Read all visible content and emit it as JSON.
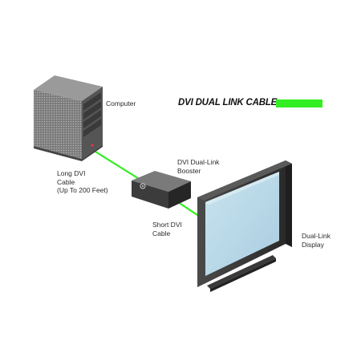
{
  "legend": {
    "label": "DVI DUAL LINK CABLE",
    "color": "#33ee22"
  },
  "nodes": {
    "computer": {
      "label": "Computer",
      "icon": "computer-tower-icon"
    },
    "booster": {
      "label": "DVI Dual-Link\nBooster",
      "icon": "booster-box-icon"
    },
    "display": {
      "label": "Dual-Link\nDisplay",
      "icon": "flat-panel-display-icon"
    }
  },
  "cables": {
    "long": {
      "label": "Long DVI\nCable\n(Up To 200 Feet)"
    },
    "short": {
      "label": "Short DVI\nCable"
    }
  },
  "colors": {
    "cable": "#33ee22",
    "device_dark": "#2b2b2b",
    "device_mid": "#555555",
    "screen": "#b9d9e8"
  }
}
